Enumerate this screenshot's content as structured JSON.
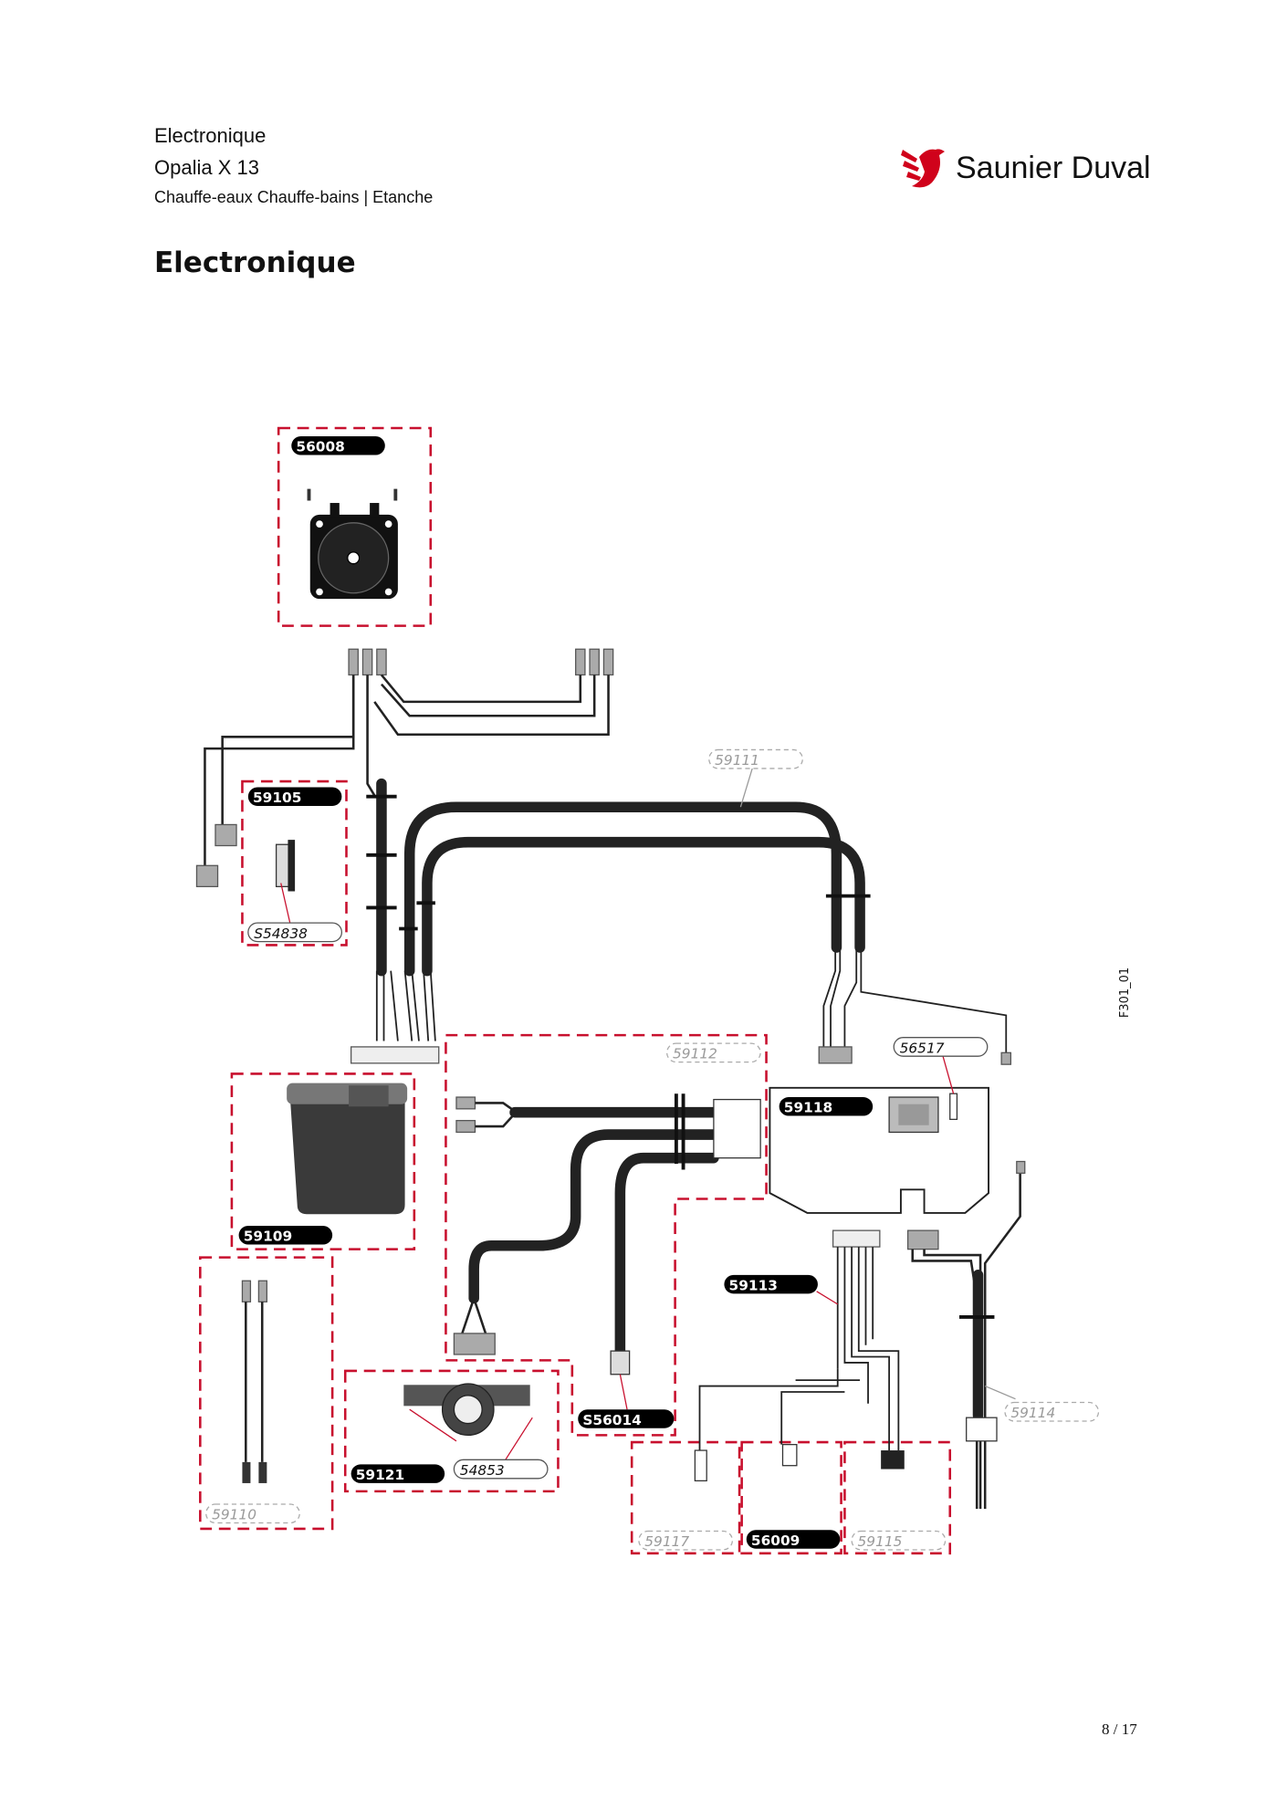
{
  "header": {
    "line1": "Electronique",
    "line2": "Opalia X 13",
    "line3": "Chauffe-eaux Chauffe-bains | Etanche"
  },
  "page_title": "Electronique",
  "brand": {
    "name": "Saunier Duval",
    "color": "#d0021b"
  },
  "figure_id": "F301_01",
  "page_number": "8 / 17",
  "parts": {
    "p56008": "56008",
    "p59105": "59105",
    "pS54838": "S54838",
    "p59111": "59111",
    "p56517": "56517",
    "p59112": "59112",
    "p59118": "59118",
    "p59109": "59109",
    "p59113": "59113",
    "p59114": "59114",
    "p59110": "59110",
    "p59121": "59121",
    "p54853": "54853",
    "pS56014": "S56014",
    "p59117": "59117",
    "p56009": "56009",
    "p59115": "59115"
  },
  "colors": {
    "frame": "#c8102e",
    "cable": "#222222",
    "connector": "#aaaaaa",
    "ghost_label": "#9a9a9a"
  }
}
